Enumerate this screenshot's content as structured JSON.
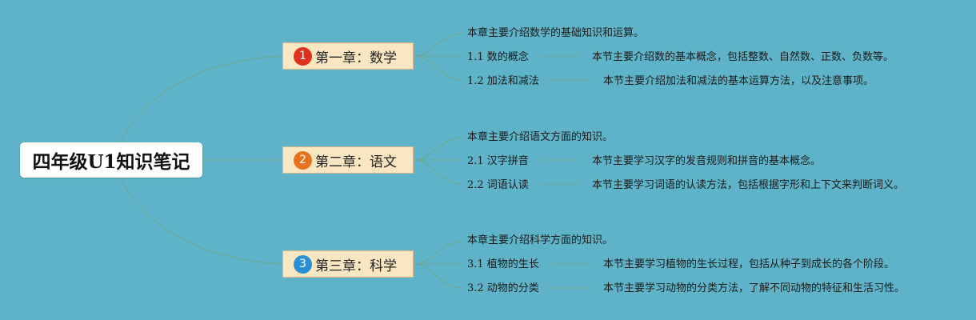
{
  "root": {
    "title": "四年级U1知识笔记"
  },
  "chapters": [
    {
      "number": "1",
      "label": "第一章：数学",
      "badge_color": "#e0301e",
      "summary": "本章主要介绍数学的基础知识和运算。",
      "sections": [
        {
          "title": "1.1 数的概念",
          "detail": "本节主要介绍数的基本概念，包括整数、自然数、正数、负数等。"
        },
        {
          "title": "1.2 加法和减法",
          "detail": "本节主要介绍加法和减法的基本运算方法，以及注意事项。"
        }
      ]
    },
    {
      "number": "2",
      "label": "第二章：语文",
      "badge_color": "#e8731f",
      "summary": "本章主要介绍语文方面的知识。",
      "sections": [
        {
          "title": "2.1 汉字拼音",
          "detail": "本节主要学习汉字的发音规则和拼音的基本概念。"
        },
        {
          "title": "2.2 词语认读",
          "detail": "本节主要学习词语的认读方法，包括根据字形和上下文来判断词义。"
        }
      ]
    },
    {
      "number": "3",
      "label": "第三章：科学",
      "badge_color": "#2b8fd6",
      "summary": "本章主要介绍科学方面的知识。",
      "sections": [
        {
          "title": "3.1 植物的生长",
          "detail": "本节主要学习植物的生长过程，包括从种子到成长的各个阶段。"
        },
        {
          "title": "3.2 动物的分类",
          "detail": "本节主要学习动物的分类方法，了解不同动物的特征和生活习性。"
        }
      ]
    }
  ],
  "colors": {
    "background": "#5fb3c8",
    "connector": "#6fa58c",
    "chapter_fill": "#fbe6c2"
  }
}
